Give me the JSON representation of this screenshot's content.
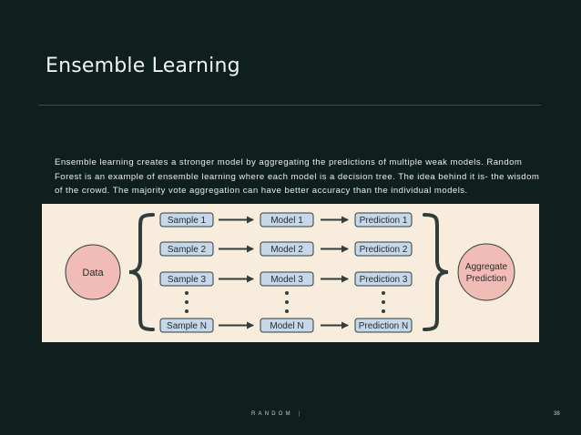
{
  "slide": {
    "title": "Ensemble Learning",
    "paragraph": "Ensemble learning creates a stronger model by aggregating the predictions of multiple weak models. Random Forest is an example of ensemble learning where each model is a decision tree. The idea behind it is- the wisdom of the crowd. The majority vote aggregation can have better accuracy than the individual models.",
    "footer_brand": "RANDOM",
    "footer_separator": "|",
    "page_number": "38"
  },
  "diagram": {
    "data_label": "Data",
    "aggregate_label_line1": "Aggregate",
    "aggregate_label_line2": "Prediction",
    "rows": [
      {
        "sample": "Sample 1",
        "model": "Model 1",
        "prediction": "Prediction 1"
      },
      {
        "sample": "Sample 2",
        "model": "Model 2",
        "prediction": "Prediction 2"
      },
      {
        "sample": "Sample 3",
        "model": "Model 3",
        "prediction": "Prediction 3"
      },
      {
        "sample": "Sample N",
        "model": "Model N",
        "prediction": "Prediction N"
      }
    ],
    "colors": {
      "background": "#f8ecdc",
      "box_fill": "#c6d7ea",
      "box_stroke": "#2f3d3b",
      "circle_fill": "#f2bcb6",
      "arrow": "#2f3d3b"
    }
  }
}
